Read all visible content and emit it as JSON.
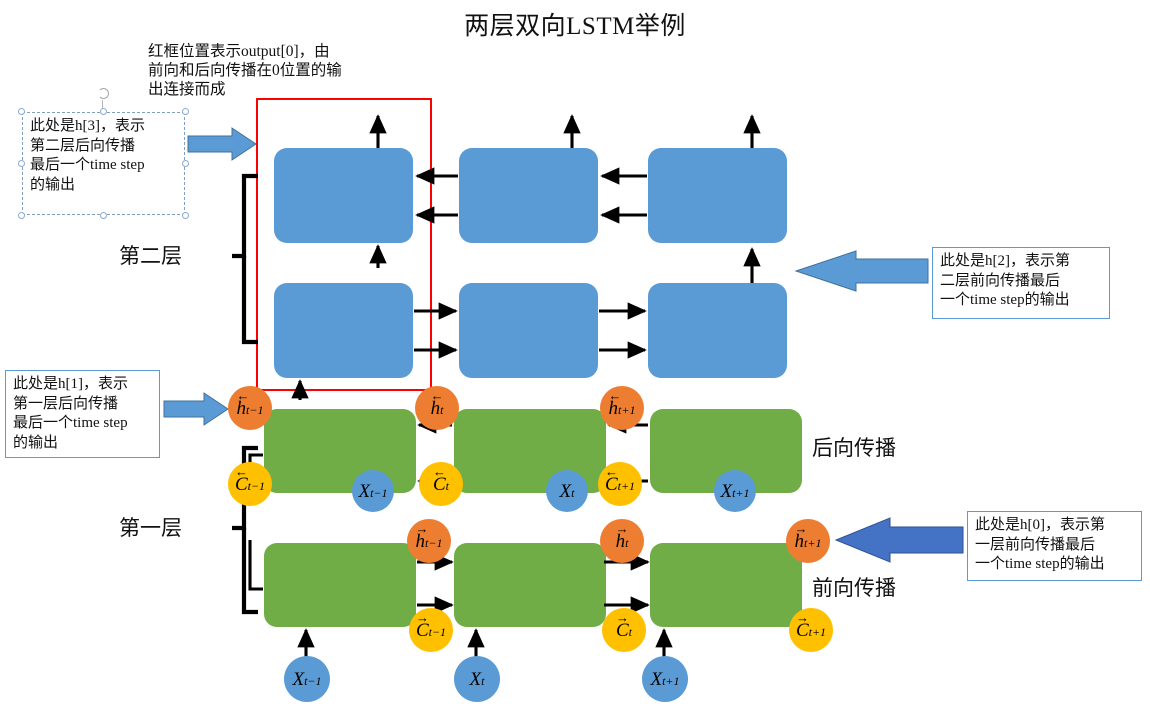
{
  "title": "两层双向LSTM举例",
  "notes": {
    "red_box_note": "红框位置表示output[0]，由\n前向和后向传播在0位置的输\n出连接而成",
    "h3": "此处是h[3]，表示\n第二层后向传播\n最后一个time step\n的输出",
    "h2": "此处是h[2]，表示第\n二层前向传播最后\n一个time step的输出",
    "h1": "此处是h[1]，表示\n第一层后向传播\n最后一个time step\n的输出",
    "h0": "此处是h[0]，表示第\n一层前向传播最后\n一个time step的输出"
  },
  "labels": {
    "layer2": "第二层",
    "layer1": "第一层",
    "backward": "后向传播",
    "forward": "前向传播"
  },
  "nodes": {
    "h_back_tm1": {
      "base": "h",
      "sub": "t−1",
      "arrow": "←"
    },
    "h_back_t": {
      "base": "h",
      "sub": "t",
      "arrow": "←"
    },
    "h_back_tp1": {
      "base": "h",
      "sub": "t+1",
      "arrow": "←"
    },
    "c_back_tm1": {
      "base": "C",
      "sub": "t−1",
      "arrow": "←"
    },
    "c_back_t": {
      "base": "C",
      "sub": "t",
      "arrow": "←"
    },
    "c_back_tp1": {
      "base": "C",
      "sub": "t+1",
      "arrow": "←"
    },
    "h_fwd_tm1": {
      "base": "h",
      "sub": "t−1",
      "arrow": "→"
    },
    "h_fwd_t": {
      "base": "h",
      "sub": "t",
      "arrow": "→"
    },
    "h_fwd_tp1": {
      "base": "h",
      "sub": "t+1",
      "arrow": "→"
    },
    "c_fwd_tm1": {
      "base": "C",
      "sub": "t−1",
      "arrow": "→"
    },
    "c_fwd_t": {
      "base": "C",
      "sub": "t",
      "arrow": "→"
    },
    "c_fwd_tp1": {
      "base": "C",
      "sub": "t+1",
      "arrow": "→"
    },
    "x_mid_tm1": {
      "base": "X",
      "sub": "t−1",
      "arrow": ""
    },
    "x_mid_t": {
      "base": "X",
      "sub": "t",
      "arrow": ""
    },
    "x_mid_tp1": {
      "base": "X",
      "sub": "t+1",
      "arrow": ""
    },
    "x_in_tm1": {
      "base": "X",
      "sub": "t−1",
      "arrow": ""
    },
    "x_in_t": {
      "base": "X",
      "sub": "t",
      "arrow": ""
    },
    "x_in_tp1": {
      "base": "X",
      "sub": "t+1",
      "arrow": ""
    }
  },
  "colors": {
    "cell_blue": "#5b9bd5",
    "cell_green": "#70ad47",
    "node_orange": "#ed7d31",
    "node_yellow": "#ffc000",
    "node_blue": "#5b9bd5",
    "highlight_red": "#ff0000",
    "arrow_blue": "#5b9bd5",
    "arrow_blue_dark": "#4472c4"
  }
}
